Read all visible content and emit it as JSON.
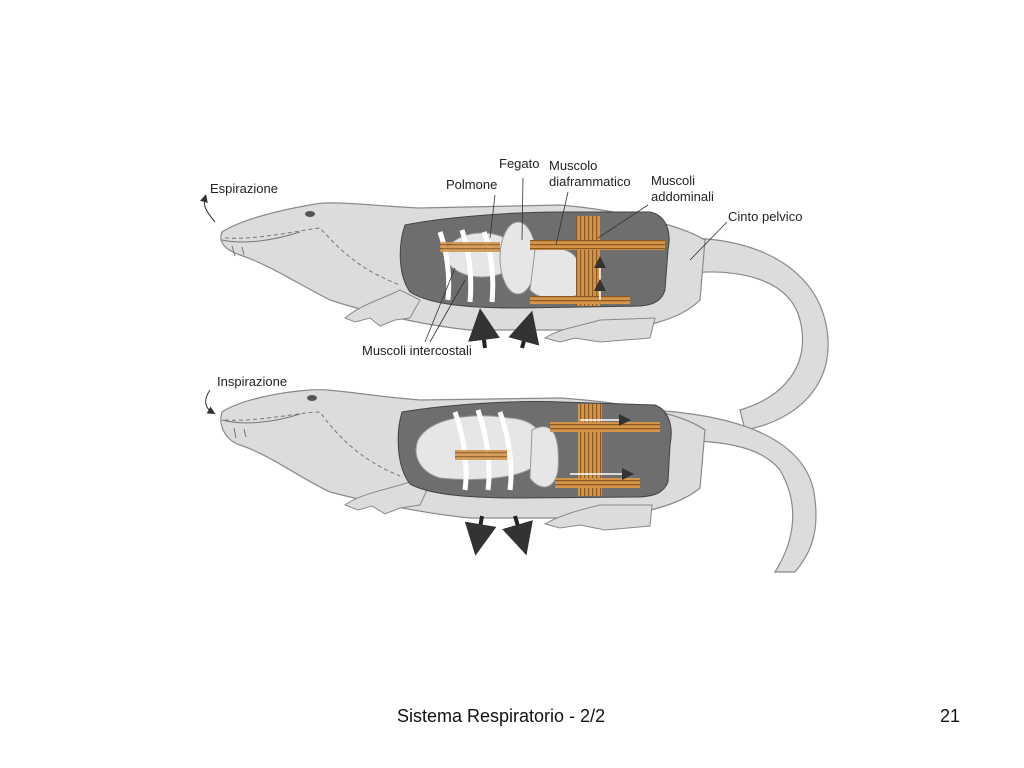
{
  "labels": {
    "espirazione": "Espirazione",
    "inspirazione": "Inspirazione",
    "polmone": "Polmone",
    "fegato": "Fegato",
    "muscolo_diaframmatico_1": "Muscolo",
    "muscolo_diaframmatico_2": "diaframmatico",
    "muscoli_addominali_1": "Muscoli",
    "muscoli_addominali_2": "addominali",
    "cinto_pelvico": "Cinto pelvico",
    "muscoli_intercostali": "Muscoli intercostali"
  },
  "footer": {
    "title": "Sistema Respiratorio - 2/2",
    "page_number": "21"
  },
  "colors": {
    "body": "#dcdcdc",
    "body_outline": "#8a8a8a",
    "cavity": "#6e6e6e",
    "organ": "#e6e6e6",
    "muscle": "#c98a3c",
    "muscle_stripe": "#8a5a20",
    "arrow": "#222222"
  }
}
